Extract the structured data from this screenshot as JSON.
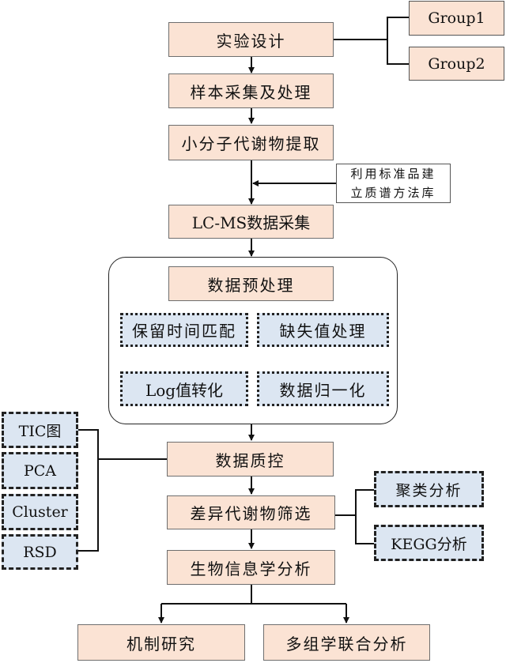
{
  "main_steps": {
    "design": "实验设计",
    "sampling": "样本采集及处理",
    "extraction": "小分子代谢物提取",
    "lcms": "LC-MS数据采集",
    "preprocess": "数据预处理",
    "qc": "数据质控",
    "screening": "差异代谢物筛选",
    "bioinfo": "生物信息学分析",
    "mechanism": "机制研究",
    "multiomics": "多组学联合分析"
  },
  "groups": [
    "Group1",
    "Group2"
  ],
  "library_note": [
    "利用标准品建",
    "立质谱方法库"
  ],
  "preprocess_steps": [
    "保留时间匹配",
    "缺失值处理",
    "Log值转化",
    "数据归一化"
  ],
  "qc_methods": [
    "TIC图",
    "PCA",
    "Cluster",
    "RSD"
  ],
  "analysis_methods": [
    "聚类分析",
    "KEGG分析"
  ]
}
